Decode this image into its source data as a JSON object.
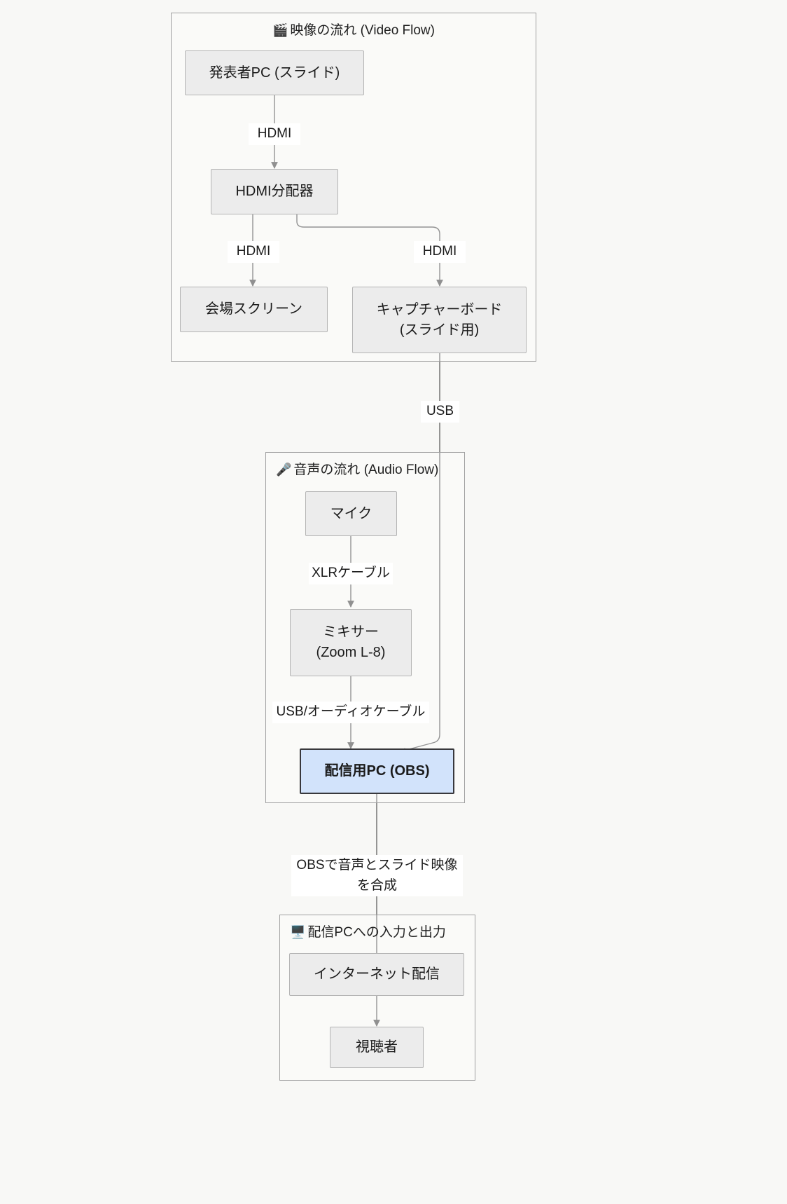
{
  "diagram": {
    "type": "flowchart",
    "direction": "top-down",
    "background_color": "#f8f8f6",
    "node_fill": "#ececec",
    "node_border": "#b4b4b4",
    "highlight_fill": "#d2e3fb",
    "highlight_border": "#38383c",
    "edge_color": "#6b6b6b"
  },
  "subgraphs": [
    {
      "id": "video-flow",
      "icon": "clapperboard-icon",
      "emoji": "🎬",
      "title": "映像の流れ (Video Flow)"
    },
    {
      "id": "audio-flow",
      "icon": "microphone-icon",
      "emoji": "🎤",
      "title": "音声の流れ (Audio Flow)"
    },
    {
      "id": "streaming-pc-io",
      "icon": "monitor-icon",
      "emoji": "🖥️",
      "title": "配信PCへの入力と出力"
    }
  ],
  "nodes": [
    {
      "id": "presenter-pc",
      "lines": [
        "発表者PC (スライド)"
      ],
      "highlight": false
    },
    {
      "id": "hdmi-splitter",
      "lines": [
        "HDMI分配器"
      ],
      "highlight": false
    },
    {
      "id": "venue-screen",
      "lines": [
        "会場スクリーン"
      ],
      "highlight": false
    },
    {
      "id": "capture-board",
      "lines": [
        "キャプチャーボード",
        "(スライド用)"
      ],
      "highlight": false
    },
    {
      "id": "microphone",
      "lines": [
        "マイク"
      ],
      "highlight": false
    },
    {
      "id": "mixer",
      "lines": [
        "ミキサー",
        "(Zoom L-8)"
      ],
      "highlight": false
    },
    {
      "id": "streaming-pc",
      "lines": [
        "配信用PC (OBS)"
      ],
      "highlight": true
    },
    {
      "id": "internet-stream",
      "lines": [
        "インターネット配信"
      ],
      "highlight": false
    },
    {
      "id": "viewers",
      "lines": [
        "視聴者"
      ],
      "highlight": false
    }
  ],
  "edges": [
    {
      "id": "presenter-to-splitter",
      "from": "presenter-pc",
      "to": "hdmi-splitter",
      "lines": [
        "HDMI"
      ]
    },
    {
      "id": "splitter-to-screen",
      "from": "hdmi-splitter",
      "to": "venue-screen",
      "lines": [
        "HDMI"
      ]
    },
    {
      "id": "splitter-to-capture",
      "from": "hdmi-splitter",
      "to": "capture-board",
      "lines": [
        "HDMI"
      ]
    },
    {
      "id": "capture-to-pc",
      "from": "capture-board",
      "to": "streaming-pc",
      "lines": [
        "USB"
      ]
    },
    {
      "id": "mic-to-mixer",
      "from": "microphone",
      "to": "mixer",
      "lines": [
        "XLRケーブル"
      ]
    },
    {
      "id": "mixer-to-pc",
      "from": "mixer",
      "to": "streaming-pc",
      "lines": [
        "USB/オーディオケーブル"
      ]
    },
    {
      "id": "pc-to-internet",
      "from": "streaming-pc",
      "to": "internet-stream",
      "lines": [
        "OBSで音声とスライド映像",
        "を合成"
      ]
    },
    {
      "id": "internet-to-viewers",
      "from": "internet-stream",
      "to": "viewers",
      "lines": []
    }
  ]
}
